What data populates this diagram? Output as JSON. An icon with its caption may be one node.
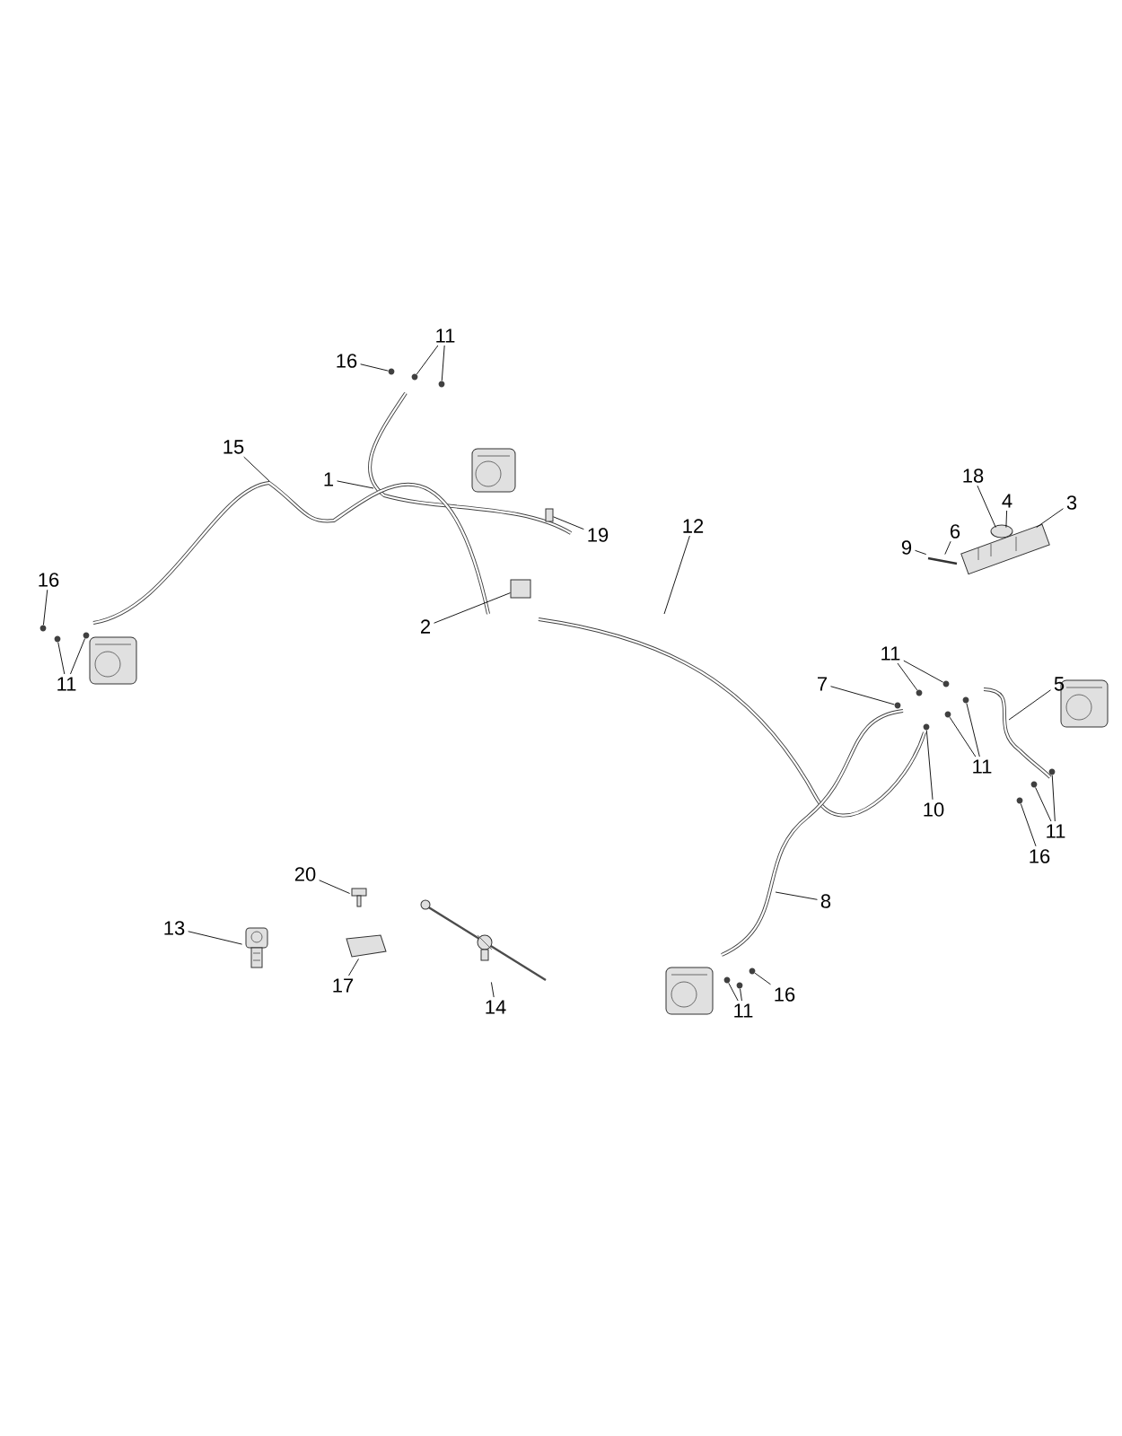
{
  "diagram": {
    "nodes": [
      {
        "text": [
          "16"
        ]
      },
      {
        "text": [
          "11"
        ]
      },
      {
        "text": [
          "1"
        ]
      },
      {
        "text": [
          "15"
        ]
      },
      {
        "text": [
          "16"
        ]
      },
      {
        "text": [
          "11"
        ]
      },
      {
        "text": [
          "19"
        ]
      },
      {
        "text": [
          "2"
        ]
      },
      {
        "text": [
          "12"
        ]
      },
      {
        "text": [
          "18"
        ]
      },
      {
        "text": [
          "4"
        ]
      },
      {
        "text": [
          "3"
        ]
      },
      {
        "text": [
          "9"
        ]
      },
      {
        "text": [
          "6"
        ]
      },
      {
        "text": [
          "11"
        ]
      },
      {
        "text": [
          "7"
        ]
      },
      {
        "text": [
          "5"
        ]
      },
      {
        "text": [
          "11"
        ]
      },
      {
        "text": [
          "10"
        ]
      },
      {
        "text": [
          "16"
        ]
      },
      {
        "text": [
          "11"
        ]
      },
      {
        "text": [
          "8"
        ]
      },
      {
        "text": [
          "16"
        ]
      },
      {
        "text": [
          "11"
        ]
      },
      {
        "text": [
          "20"
        ]
      },
      {
        "text": [
          "13"
        ]
      },
      {
        "text": [
          "17"
        ]
      },
      {
        "text": [
          "14"
        ]
      },
      {
        "text": [],
        "shape": "circle"
      },
      {
        "text": [],
        "shape": "circle"
      },
      {
        "text": [],
        "shape": "circle"
      },
      {
        "text": [],
        "shape": "circle"
      },
      {
        "text": [],
        "shape": "circle"
      },
      {
        "text": [],
        "shape": "circle"
      },
      {
        "text": [],
        "shape": "box"
      },
      {
        "text": [],
        "shape": "box"
      },
      {
        "text": [],
        "shape": "picture"
      },
      {
        "text": [],
        "shape": "picture"
      },
      {
        "text": [],
        "shape": "circle"
      },
      {
        "text": [],
        "shape": "circle"
      },
      {
        "text": [],
        "shape": "circle"
      },
      {
        "text": [],
        "shape": "circle"
      },
      {
        "text": [],
        "shape": "circle"
      },
      {
        "text": [],
        "shape": "circle"
      },
      {
        "text": [],
        "shape": "circle"
      },
      {
        "text": [],
        "shape": "circle"
      },
      {
        "text": [],
        "shape": "circle"
      },
      {
        "text": [],
        "shape": "circle"
      },
      {
        "text": [],
        "shape": "circle"
      },
      {
        "text": [],
        "shape": "circle"
      },
      {
        "text": [],
        "shape": "picture"
      },
      {
        "text": [],
        "shape": "picture"
      },
      {
        "text": [],
        "shape": "picture"
      },
      {
        "text": [],
        "shape": "picture"
      }
    ],
    "edges": [
      {
        "from": 0,
        "to": 28,
        "arrow": "none"
      },
      {
        "from": 1,
        "to": 29,
        "arrow": "none"
      },
      {
        "from": 1,
        "to": 30,
        "arrow": "none"
      },
      {
        "from": 2,
        "to": null,
        "arrow": "none"
      },
      {
        "from": 3,
        "to": null,
        "arrow": "none"
      },
      {
        "from": 4,
        "to": 31,
        "arrow": "none"
      },
      {
        "from": 5,
        "to": 32,
        "arrow": "none"
      },
      {
        "from": 5,
        "to": 33,
        "arrow": "none"
      },
      {
        "from": 6,
        "to": 34,
        "arrow": "none"
      },
      {
        "from": 7,
        "to": 35,
        "arrow": "none"
      },
      {
        "from": 8,
        "to": null,
        "arrow": "none"
      },
      {
        "from": 9,
        "to": 36,
        "arrow": "none"
      },
      {
        "from": 10,
        "to": 36,
        "arrow": "none"
      },
      {
        "from": 11,
        "to": 36,
        "arrow": "none"
      },
      {
        "from": 12,
        "to": 37,
        "arrow": "none"
      },
      {
        "from": 13,
        "to": 37,
        "arrow": "none"
      },
      {
        "from": 14,
        "to": 38,
        "arrow": "none"
      },
      {
        "from": 14,
        "to": 39,
        "arrow": "none"
      },
      {
        "from": 15,
        "to": 40,
        "arrow": "none"
      },
      {
        "from": 16,
        "to": null,
        "arrow": "none"
      },
      {
        "from": 17,
        "to": 41,
        "arrow": "none"
      },
      {
        "from": 17,
        "to": 42,
        "arrow": "none"
      },
      {
        "from": 18,
        "to": 43,
        "arrow": "none"
      },
      {
        "from": 19,
        "to": 44,
        "arrow": "none"
      },
      {
        "from": 20,
        "to": 45,
        "arrow": "none"
      },
      {
        "from": 20,
        "to": 46,
        "arrow": "none"
      },
      {
        "from": 21,
        "to": null,
        "arrow": "none"
      },
      {
        "from": 22,
        "to": 47,
        "arrow": "none"
      },
      {
        "from": 23,
        "to": 48,
        "arrow": "none"
      },
      {
        "from": 23,
        "to": 49,
        "arrow": "none"
      },
      {
        "from": 24,
        "to": 50,
        "arrow": "none"
      },
      {
        "from": 25,
        "to": 51,
        "arrow": "none"
      },
      {
        "from": 26,
        "to": 52,
        "arrow": "none"
      },
      {
        "from": 27,
        "to": 53,
        "arrow": "none"
      }
    ]
  }
}
